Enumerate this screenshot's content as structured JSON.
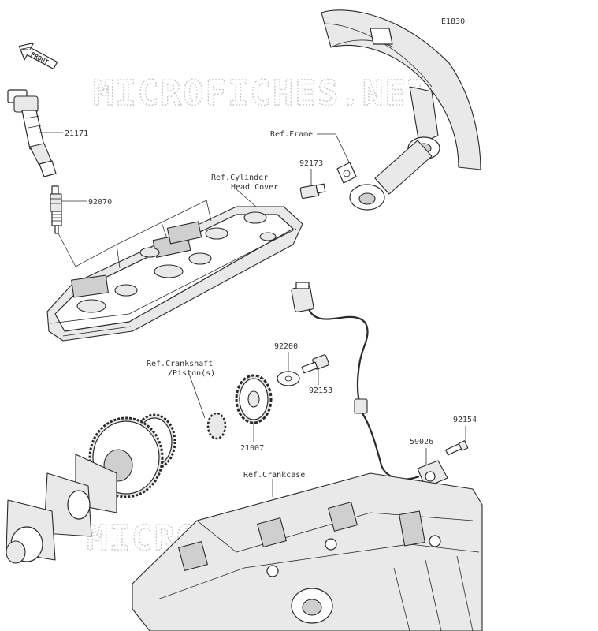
{
  "diagram": {
    "code": "E1830",
    "front_label": "FRONT",
    "watermark": "MICROFICHES.NET",
    "labels": {
      "p21171": "21171",
      "p92070": "92070",
      "ref_frame": "Ref.Frame",
      "p92173": "92173",
      "ref_cyl_1": "Ref.Cylinder",
      "ref_cyl_2": "Head Cover",
      "ref_crank_1": "Ref.Crankshaft",
      "ref_crank_2": "/Piston(s)",
      "p92200": "92200",
      "p92153": "92153",
      "p21007": "21007",
      "p92154": "92154",
      "p59026": "59026",
      "ref_crankcase": "Ref.Crankcase"
    }
  }
}
